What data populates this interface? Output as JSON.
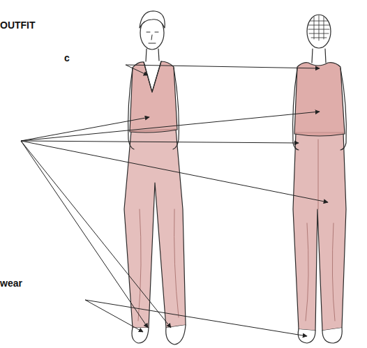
{
  "diagram": {
    "labels": [
      "OUTFIT",
      "c",
      "wear"
    ]
  }
}
